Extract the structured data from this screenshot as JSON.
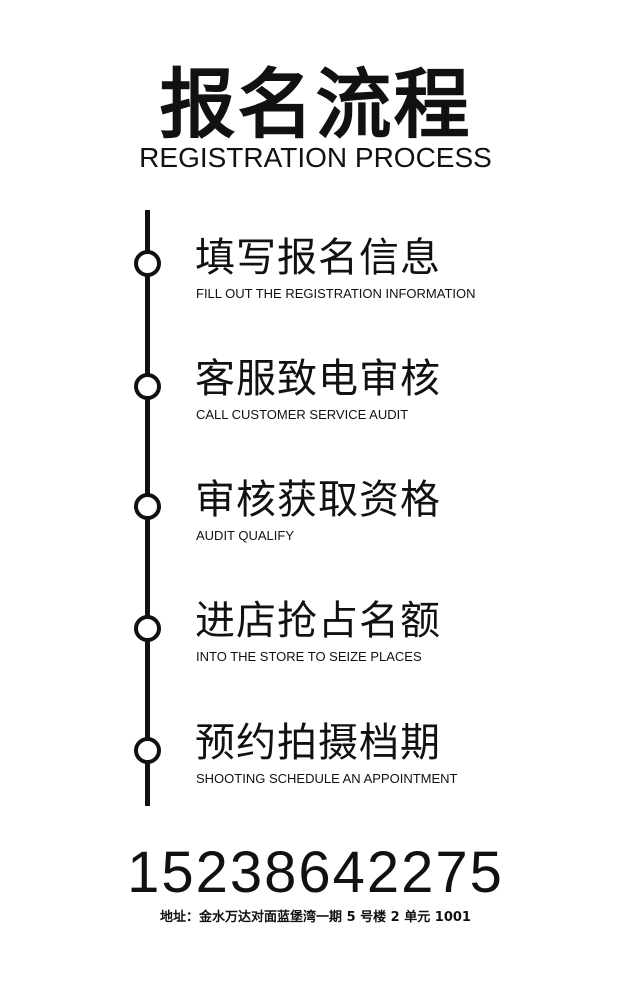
{
  "header": {
    "title_cn": "报名流程",
    "title_en": "REGISTRATION PROCESS"
  },
  "steps": [
    {
      "cn": "填写报名信息",
      "en": "FILL OUT THE REGISTRATION INFORMATION"
    },
    {
      "cn": "客服致电审核",
      "en": "CALL CUSTOMER SERVICE AUDIT"
    },
    {
      "cn": "审核获取资格",
      "en": "AUDIT QUALIFY"
    },
    {
      "cn": "进店抢占名额",
      "en": "INTO THE STORE TO SEIZE PLACES"
    },
    {
      "cn": "预约拍摄档期",
      "en": "SHOOTING SCHEDULE AN APPOINTMENT"
    }
  ],
  "contact": {
    "phone": "15238642275",
    "address": "地址：金水万达对面蓝堡湾一期 5 号楼 2 单元 1001"
  },
  "colors": {
    "text": "#111111",
    "background": "#ffffff"
  }
}
